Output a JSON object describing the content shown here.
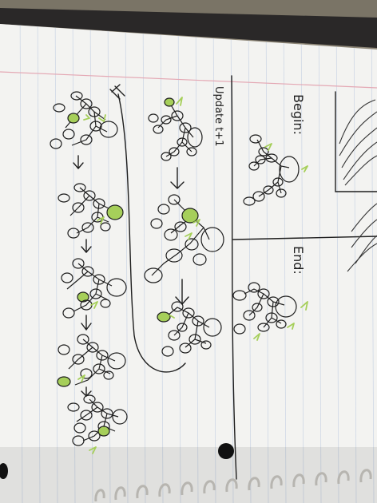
{
  "notebook": {
    "label_begin": "Begin:",
    "label_end": "End:",
    "label_update": "Update t+1",
    "colors": {
      "paper": "#f3f3f1",
      "ink": "#1e1e1e",
      "highlight": "#a6cf5a",
      "rule_line": "#cfd8e6",
      "margin_line": "#e4a8b4",
      "background": "#8c8576"
    }
  }
}
